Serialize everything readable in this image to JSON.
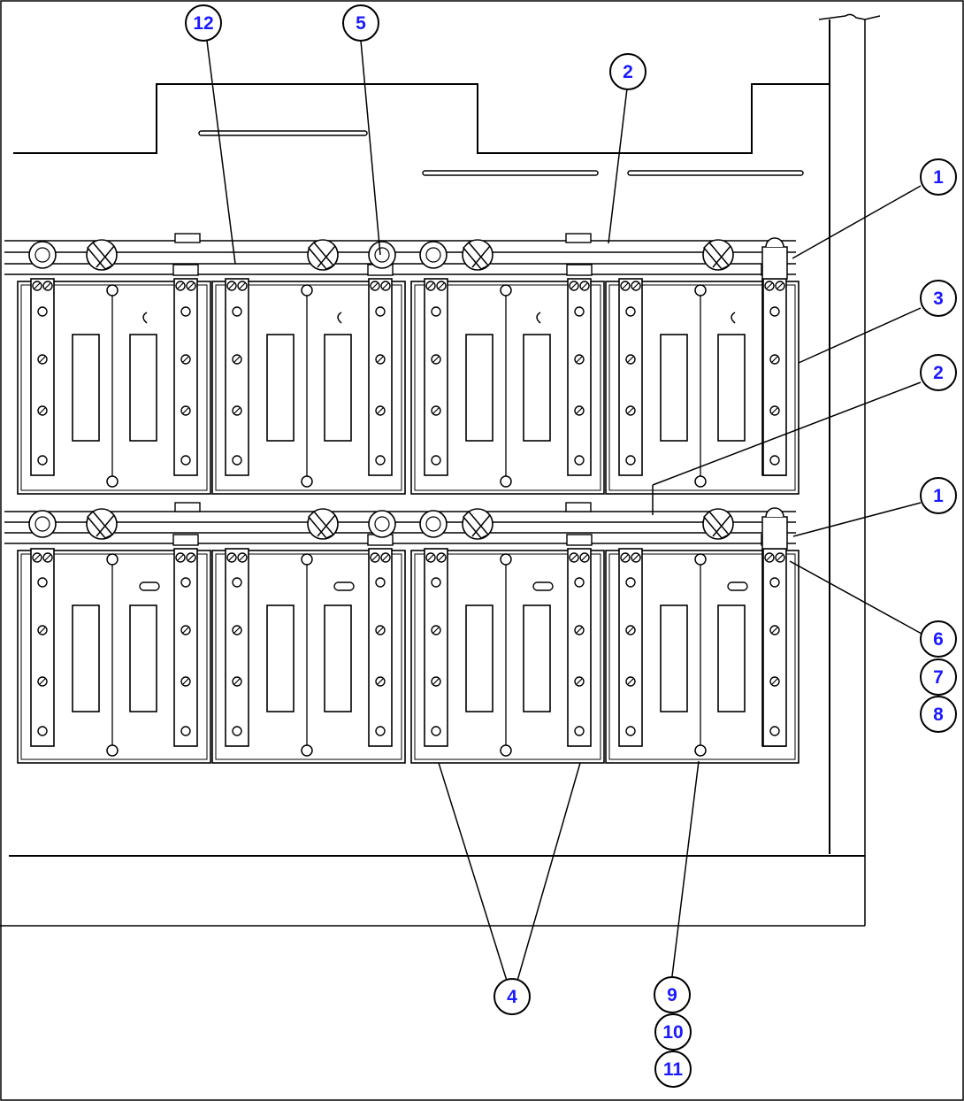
{
  "callouts": [
    {
      "id": "c12",
      "label": "12"
    },
    {
      "id": "c5",
      "label": "5"
    },
    {
      "id": "c2a",
      "label": "2"
    },
    {
      "id": "c1a",
      "label": "1"
    },
    {
      "id": "c3",
      "label": "3"
    },
    {
      "id": "c2b",
      "label": "2"
    },
    {
      "id": "c1b",
      "label": "1"
    },
    {
      "id": "c6",
      "label": "6"
    },
    {
      "id": "c7",
      "label": "7"
    },
    {
      "id": "c8",
      "label": "8"
    },
    {
      "id": "c4",
      "label": "4"
    },
    {
      "id": "c9",
      "label": "9"
    },
    {
      "id": "c10",
      "label": "10"
    },
    {
      "id": "c11",
      "label": "11"
    }
  ],
  "colors": {
    "callout_text": "#1a1aff",
    "line": "#000000",
    "background": "#ffffff"
  }
}
